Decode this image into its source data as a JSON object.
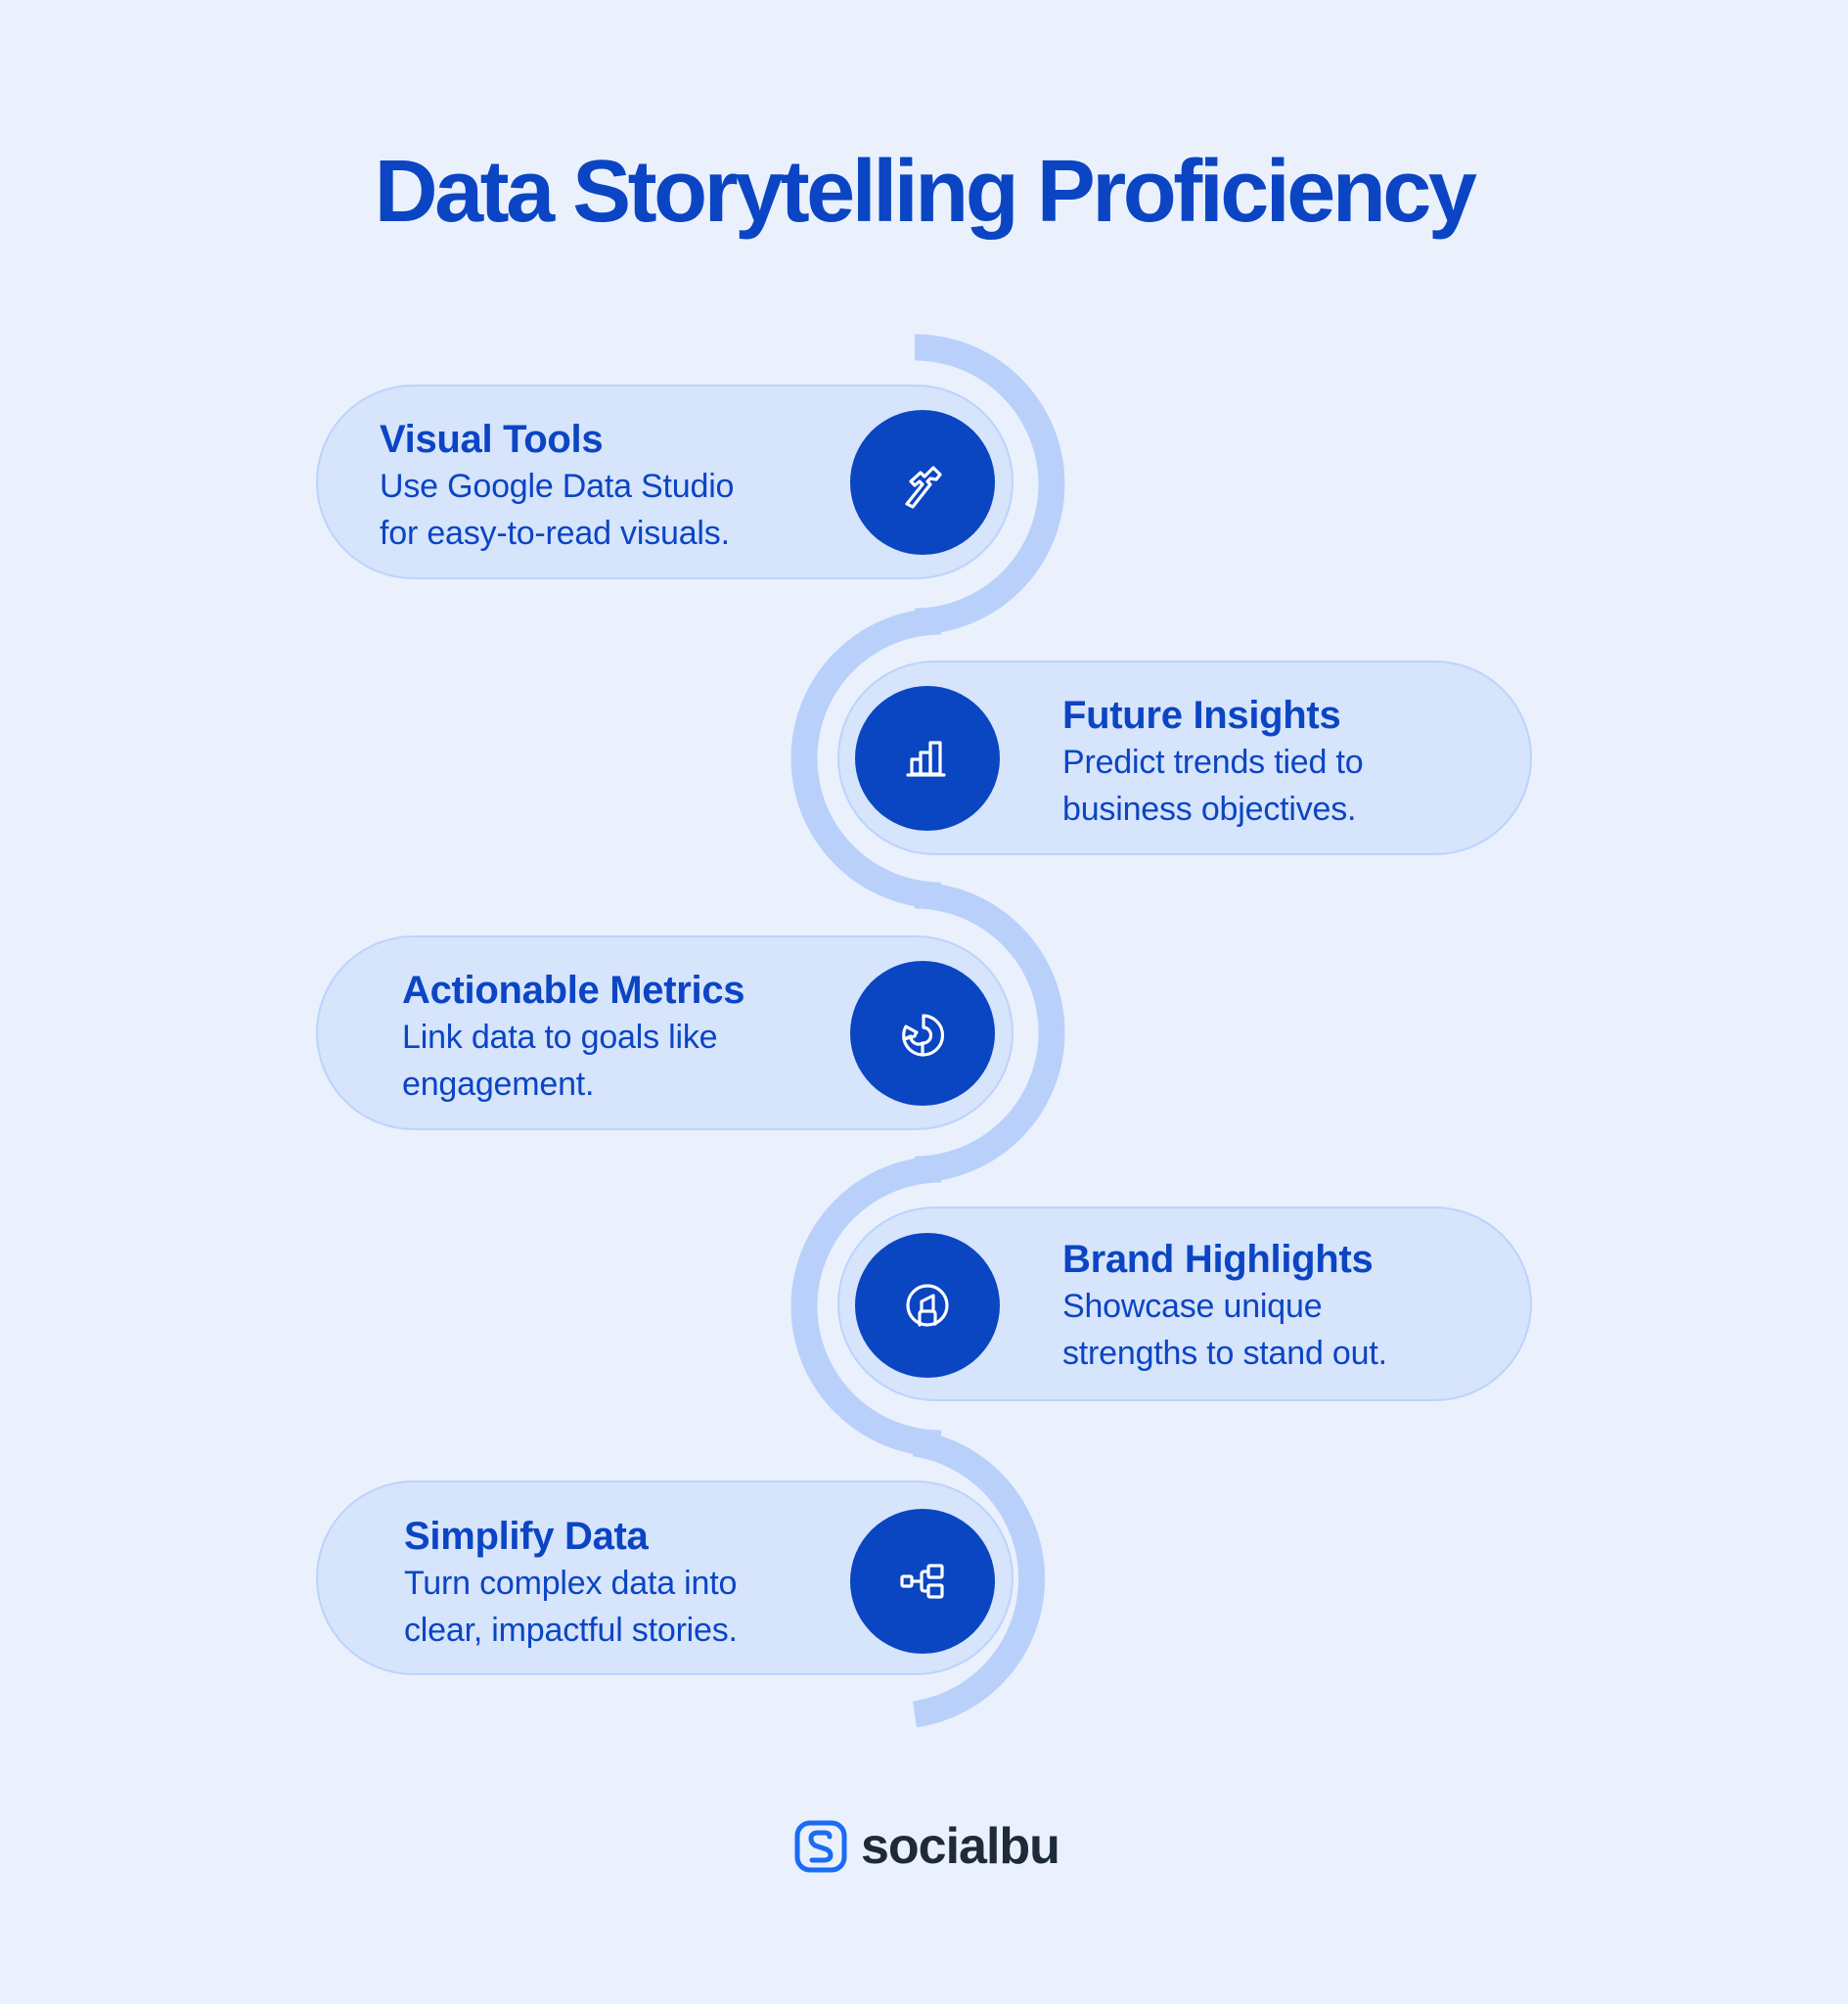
{
  "title": "Data Storytelling Proficiency",
  "colors": {
    "background": "#eaf1fd",
    "accent": "#0a45c2",
    "pill_fill": "#d6e4fc",
    "pill_border": "#bcd3fb",
    "track": "#b9d0fb",
    "brand_logo": "#1a6cf5",
    "brand_text": "#1e2939"
  },
  "items": [
    {
      "title": "Visual Tools",
      "description": "Use Google Data Studio\nfor easy-to-read visuals.",
      "icon": "pipe-wrench-icon",
      "side": "left"
    },
    {
      "title": "Future Insights",
      "description": "Predict trends tied to\nbusiness objectives.",
      "icon": "bar-chart-icon",
      "side": "right"
    },
    {
      "title": "Actionable Metrics",
      "description": "Link data to goals like\nengagement.",
      "icon": "donut-chart-icon",
      "side": "left"
    },
    {
      "title": "Brand Highlights",
      "description": "Showcase unique\nstrengths to stand out.",
      "icon": "highlighter-icon",
      "side": "right"
    },
    {
      "title": "Simplify Data",
      "description": "Turn complex data into\nclear, impactful stories.",
      "icon": "hierarchy-icon",
      "side": "left"
    }
  ],
  "brand": {
    "name": "socialbu",
    "logo_icon": "socialbu-logo-icon"
  }
}
